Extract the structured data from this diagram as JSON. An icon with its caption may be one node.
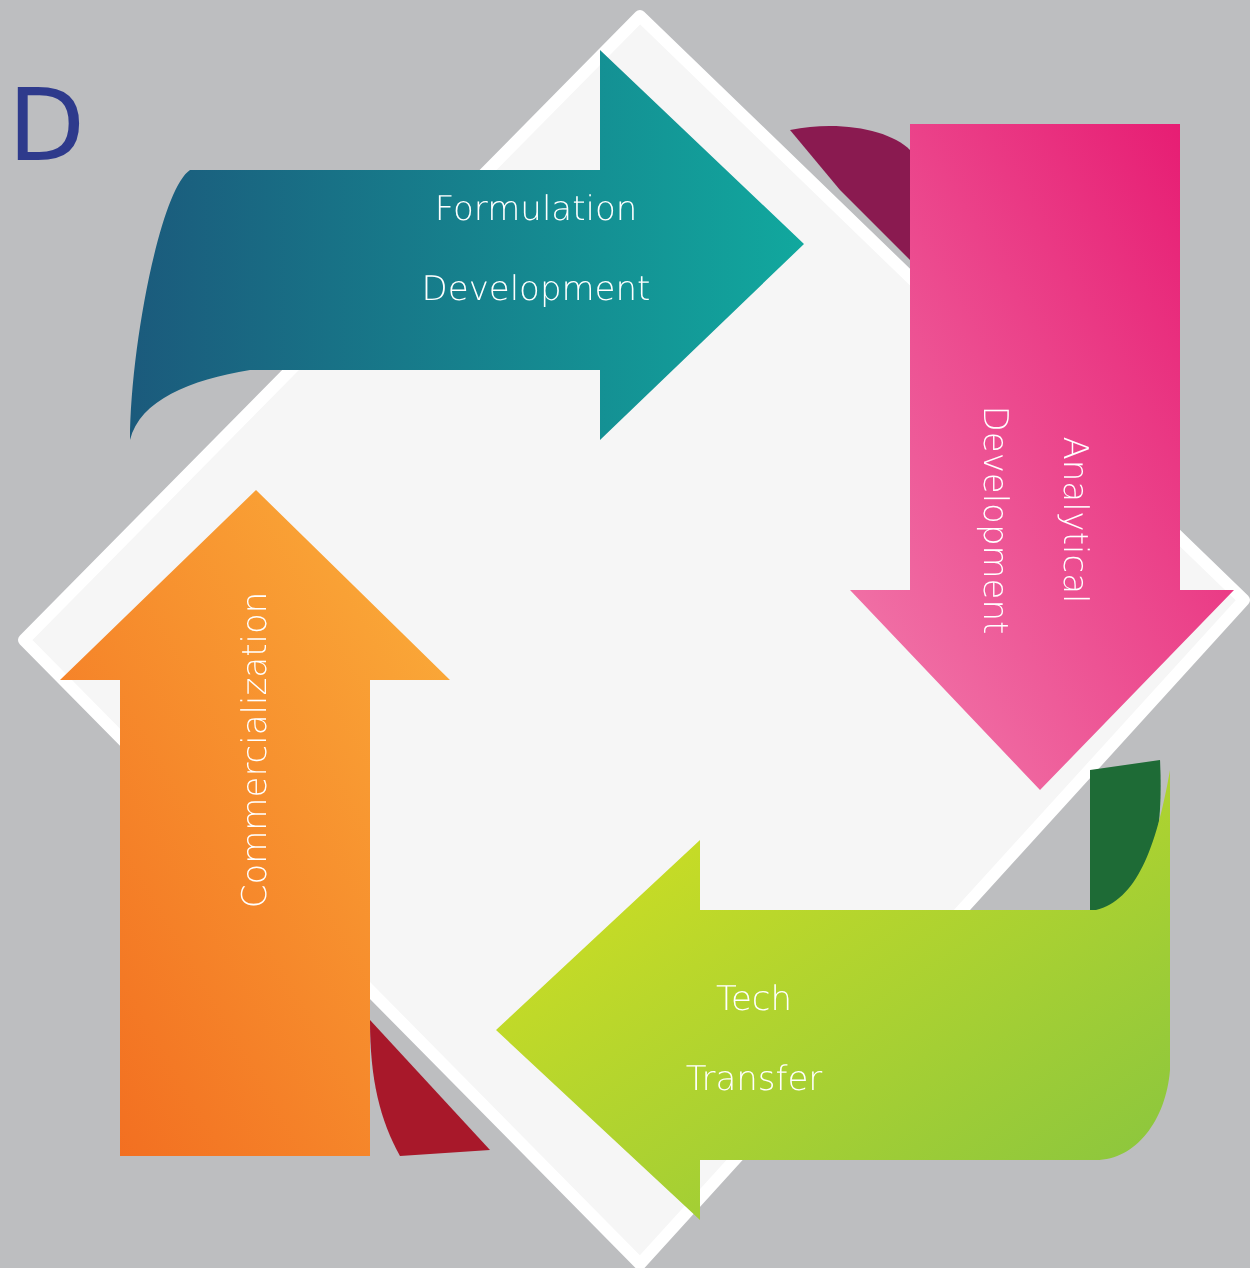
{
  "diagram": {
    "nodes": [
      {
        "text": [
          "Formulation Development"
        ]
      },
      {
        "text": [
          "Analytical Development"
        ]
      },
      {
        "text": [
          "Tech Transfer"
        ]
      },
      {
        "text": [
          "Commercialization"
        ]
      }
    ],
    "labels": [
      "D"
    ]
  }
}
